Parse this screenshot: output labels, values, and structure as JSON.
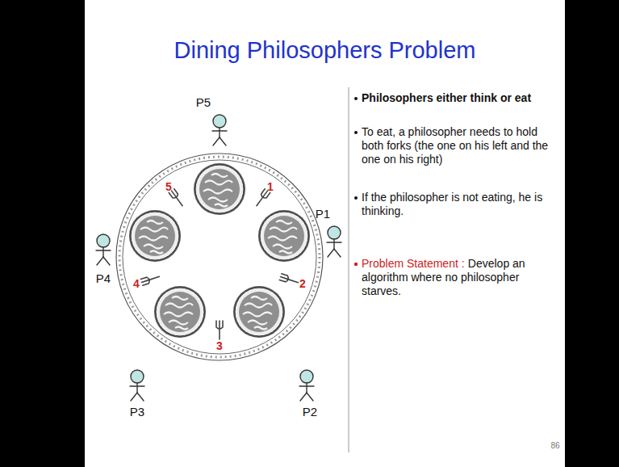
{
  "diagram": {
    "title": "Dining Philosophers Problem",
    "labels": [
      "P5",
      "5",
      "1",
      "P1",
      "P4",
      "4",
      "2",
      "3",
      "P3",
      "P2",
      "Philosophers either think or eat",
      "To eat, a philosopher needs to hold both forks (the one on his left and the one on his right)",
      "If the philosopher is not eating, he is thinking.",
      "Problem Statement :",
      "Develop an algorithm where no philosopher starves.",
      "86"
    ]
  }
}
